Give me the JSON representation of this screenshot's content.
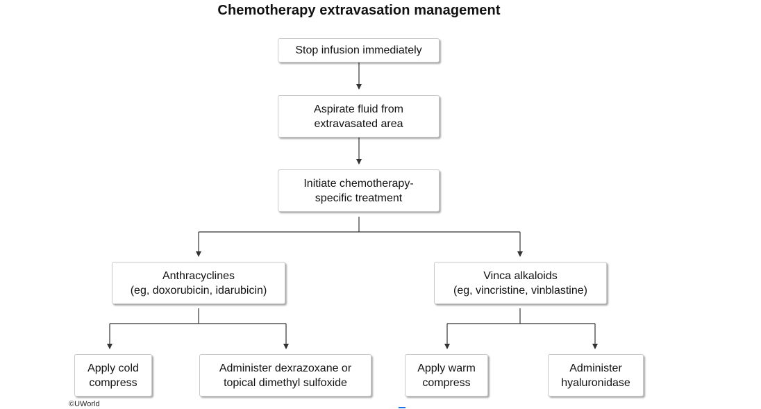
{
  "title": "Chemotherapy extravasation management",
  "nodes": {
    "stop": [
      "Stop infusion immediately"
    ],
    "aspirate": [
      "Aspirate fluid from",
      "extravasated area"
    ],
    "initiate": [
      "Initiate chemotherapy-",
      "specific treatment"
    ],
    "anthracyclines": [
      "Anthracyclines",
      "(eg, doxorubicin, idarubicin)"
    ],
    "vinca": [
      "Vinca alkaloids",
      "(eg, vincristine, vinblastine)"
    ],
    "cold": [
      "Apply cold",
      "compress"
    ],
    "dexrazoxane": [
      "Administer dexrazoxane or",
      "topical dimethyl sulfoxide"
    ],
    "warm": [
      "Apply warm",
      "compress"
    ],
    "hyaluronidase": [
      "Administer",
      "hyaluronidase"
    ]
  },
  "copyright": "©UWorld",
  "colors": {
    "border": "#c9c9c9",
    "line": "#333333",
    "accent": "#1a73e8"
  }
}
